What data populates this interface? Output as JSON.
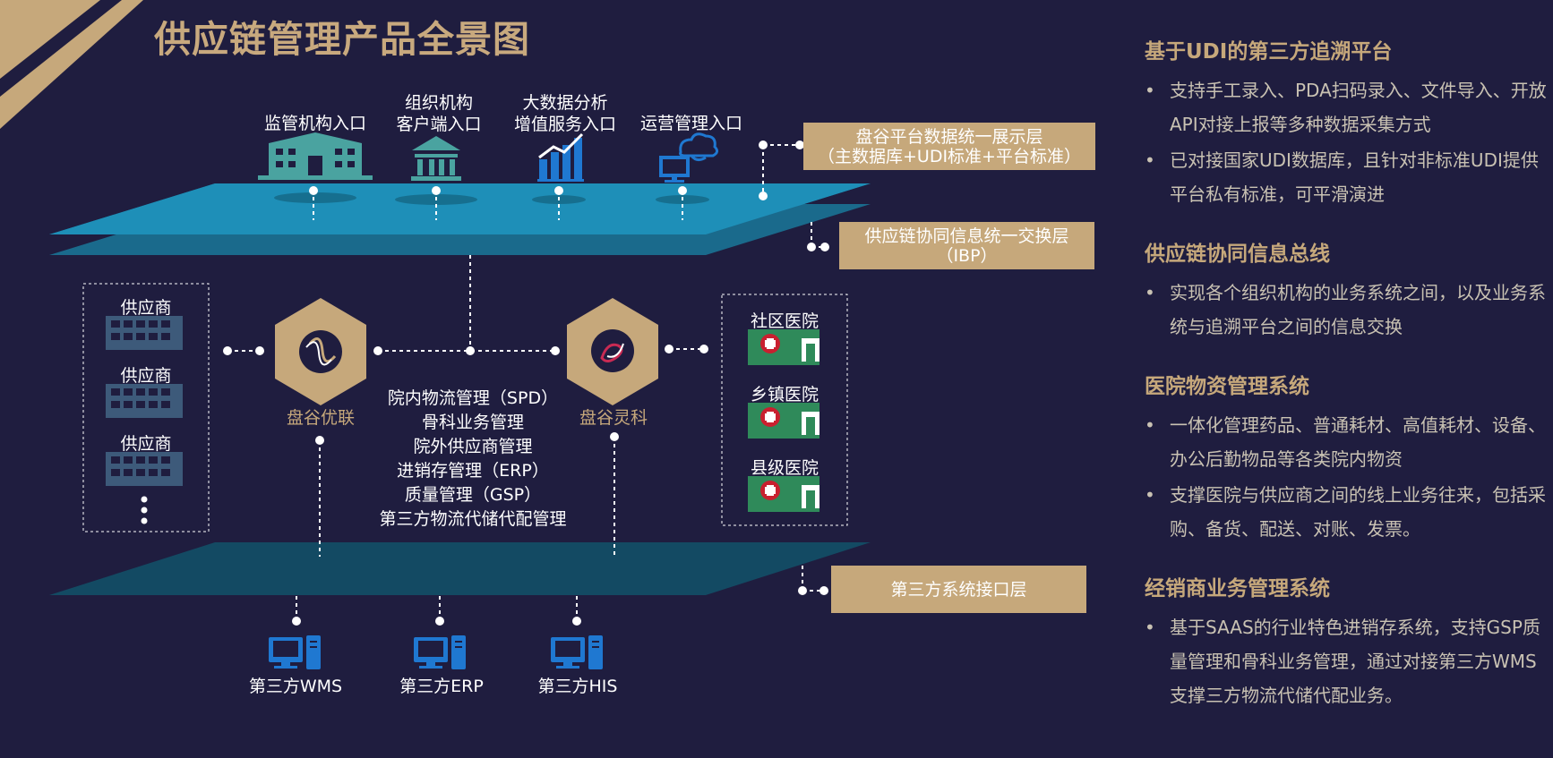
{
  "title": "供应链管理产品全景图",
  "entries": [
    "监管机构入口",
    "组织机构\n客户端入口",
    "大数据分析\n增值服务入口",
    "运营管理入口"
  ],
  "layers": {
    "display": {
      "line1": "盘谷平台数据统一展示层",
      "line2": "（主数据库+UDI标准+平台标准）"
    },
    "exchange": {
      "line1": "供应链协同信息统一交换层",
      "line2": "（IBP）"
    },
    "interface": {
      "line1": "第三方系统接口层"
    }
  },
  "suppliers": [
    "供应商",
    "供应商",
    "供应商"
  ],
  "hospitals": [
    "社区医院",
    "乡镇医院",
    "县级医院"
  ],
  "brands": {
    "left": "盘谷优联",
    "right": "盘谷灵科"
  },
  "functions": [
    "院内物流管理（SPD）",
    "骨科业务管理",
    "院外供应商管理",
    "进销存管理（ERP）",
    "质量管理（GSP）",
    "第三方物流代储代配管理"
  ],
  "systems": [
    "第三方WMS",
    "第三方ERP",
    "第三方HIS"
  ],
  "right_panel": [
    {
      "title": "基于UDI的第三方追溯平台",
      "bullets": [
        "支持手工录入、PDA扫码录入、文件导入、开放API对接上报等多种数据采集方式",
        "已对接国家UDI数据库，且针对非标准UDI提供平台私有标准，可平滑演进"
      ]
    },
    {
      "title": "供应链协同信息总线",
      "bullets": [
        "实现各个组织机构的业务系统之间，以及业务系统与追溯平台之间的信息交换"
      ]
    },
    {
      "title": "医院物资管理系统",
      "bullets": [
        "一体化管理药品、普通耗材、高值耗材、设备、办公后勤物品等各类院内物资",
        "支撑医院与供应商之间的线上业务往来，包括采购、备货、配送、对账、发票。"
      ]
    },
    {
      "title": "经销商业务管理系统",
      "bullets": [
        "基于SAAS的行业特色进销存系统，支持GSP质量管理和骨科业务管理，通过对接第三方WMS支撑三方物流代储代配业务。"
      ]
    }
  ],
  "bullet_char": "•",
  "colors": {
    "background": "#1f1d3f",
    "gold": "#c6a87b",
    "layer_top": "#1e8fb8",
    "layer_mid": "#1a6a8c",
    "layer_bottom": "#134a63",
    "icon_teal": "#4aa3a0",
    "icon_blue": "#1f78d1",
    "hospital_green": "#2f8a5a"
  }
}
